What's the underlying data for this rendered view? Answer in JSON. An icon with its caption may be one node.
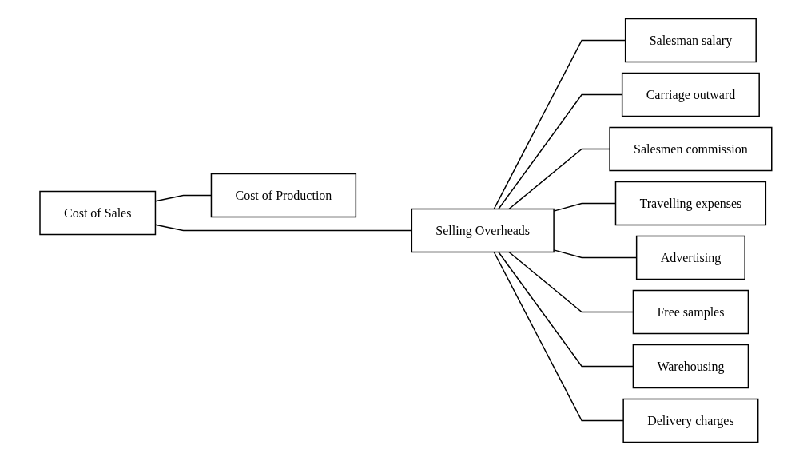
{
  "diagram": {
    "nodes": [
      {
        "text": [
          "Cost of Sales"
        ]
      },
      {
        "text": [
          "Selling Overheads"
        ]
      },
      {
        "text": [
          "Cost of Production"
        ]
      },
      {
        "text": [
          "Salesman salary"
        ]
      },
      {
        "text": [
          "Carriage outward"
        ]
      },
      {
        "text": [
          "Salesmen commission"
        ]
      },
      {
        "text": [
          "Travelling expenses"
        ]
      },
      {
        "text": [
          "Advertising"
        ]
      },
      {
        "text": [
          "Free samples"
        ]
      },
      {
        "text": [
          "Warehousing"
        ]
      },
      {
        "text": [
          "Delivery charges"
        ]
      }
    ],
    "edges": [
      {
        "from": 0,
        "to": 1,
        "arrow": "none"
      },
      {
        "from": 0,
        "to": 2,
        "arrow": "none"
      },
      {
        "from": 1,
        "to": 3,
        "arrow": "none"
      },
      {
        "from": 1,
        "to": 4,
        "arrow": "none"
      },
      {
        "from": 1,
        "to": 5,
        "arrow": "none"
      },
      {
        "from": 1,
        "to": 6,
        "arrow": "none"
      },
      {
        "from": 1,
        "to": 7,
        "arrow": "none"
      },
      {
        "from": 1,
        "to": 8,
        "arrow": "none"
      },
      {
        "from": 1,
        "to": 9,
        "arrow": "none"
      },
      {
        "from": 1,
        "to": 10,
        "arrow": "none"
      }
    ]
  }
}
